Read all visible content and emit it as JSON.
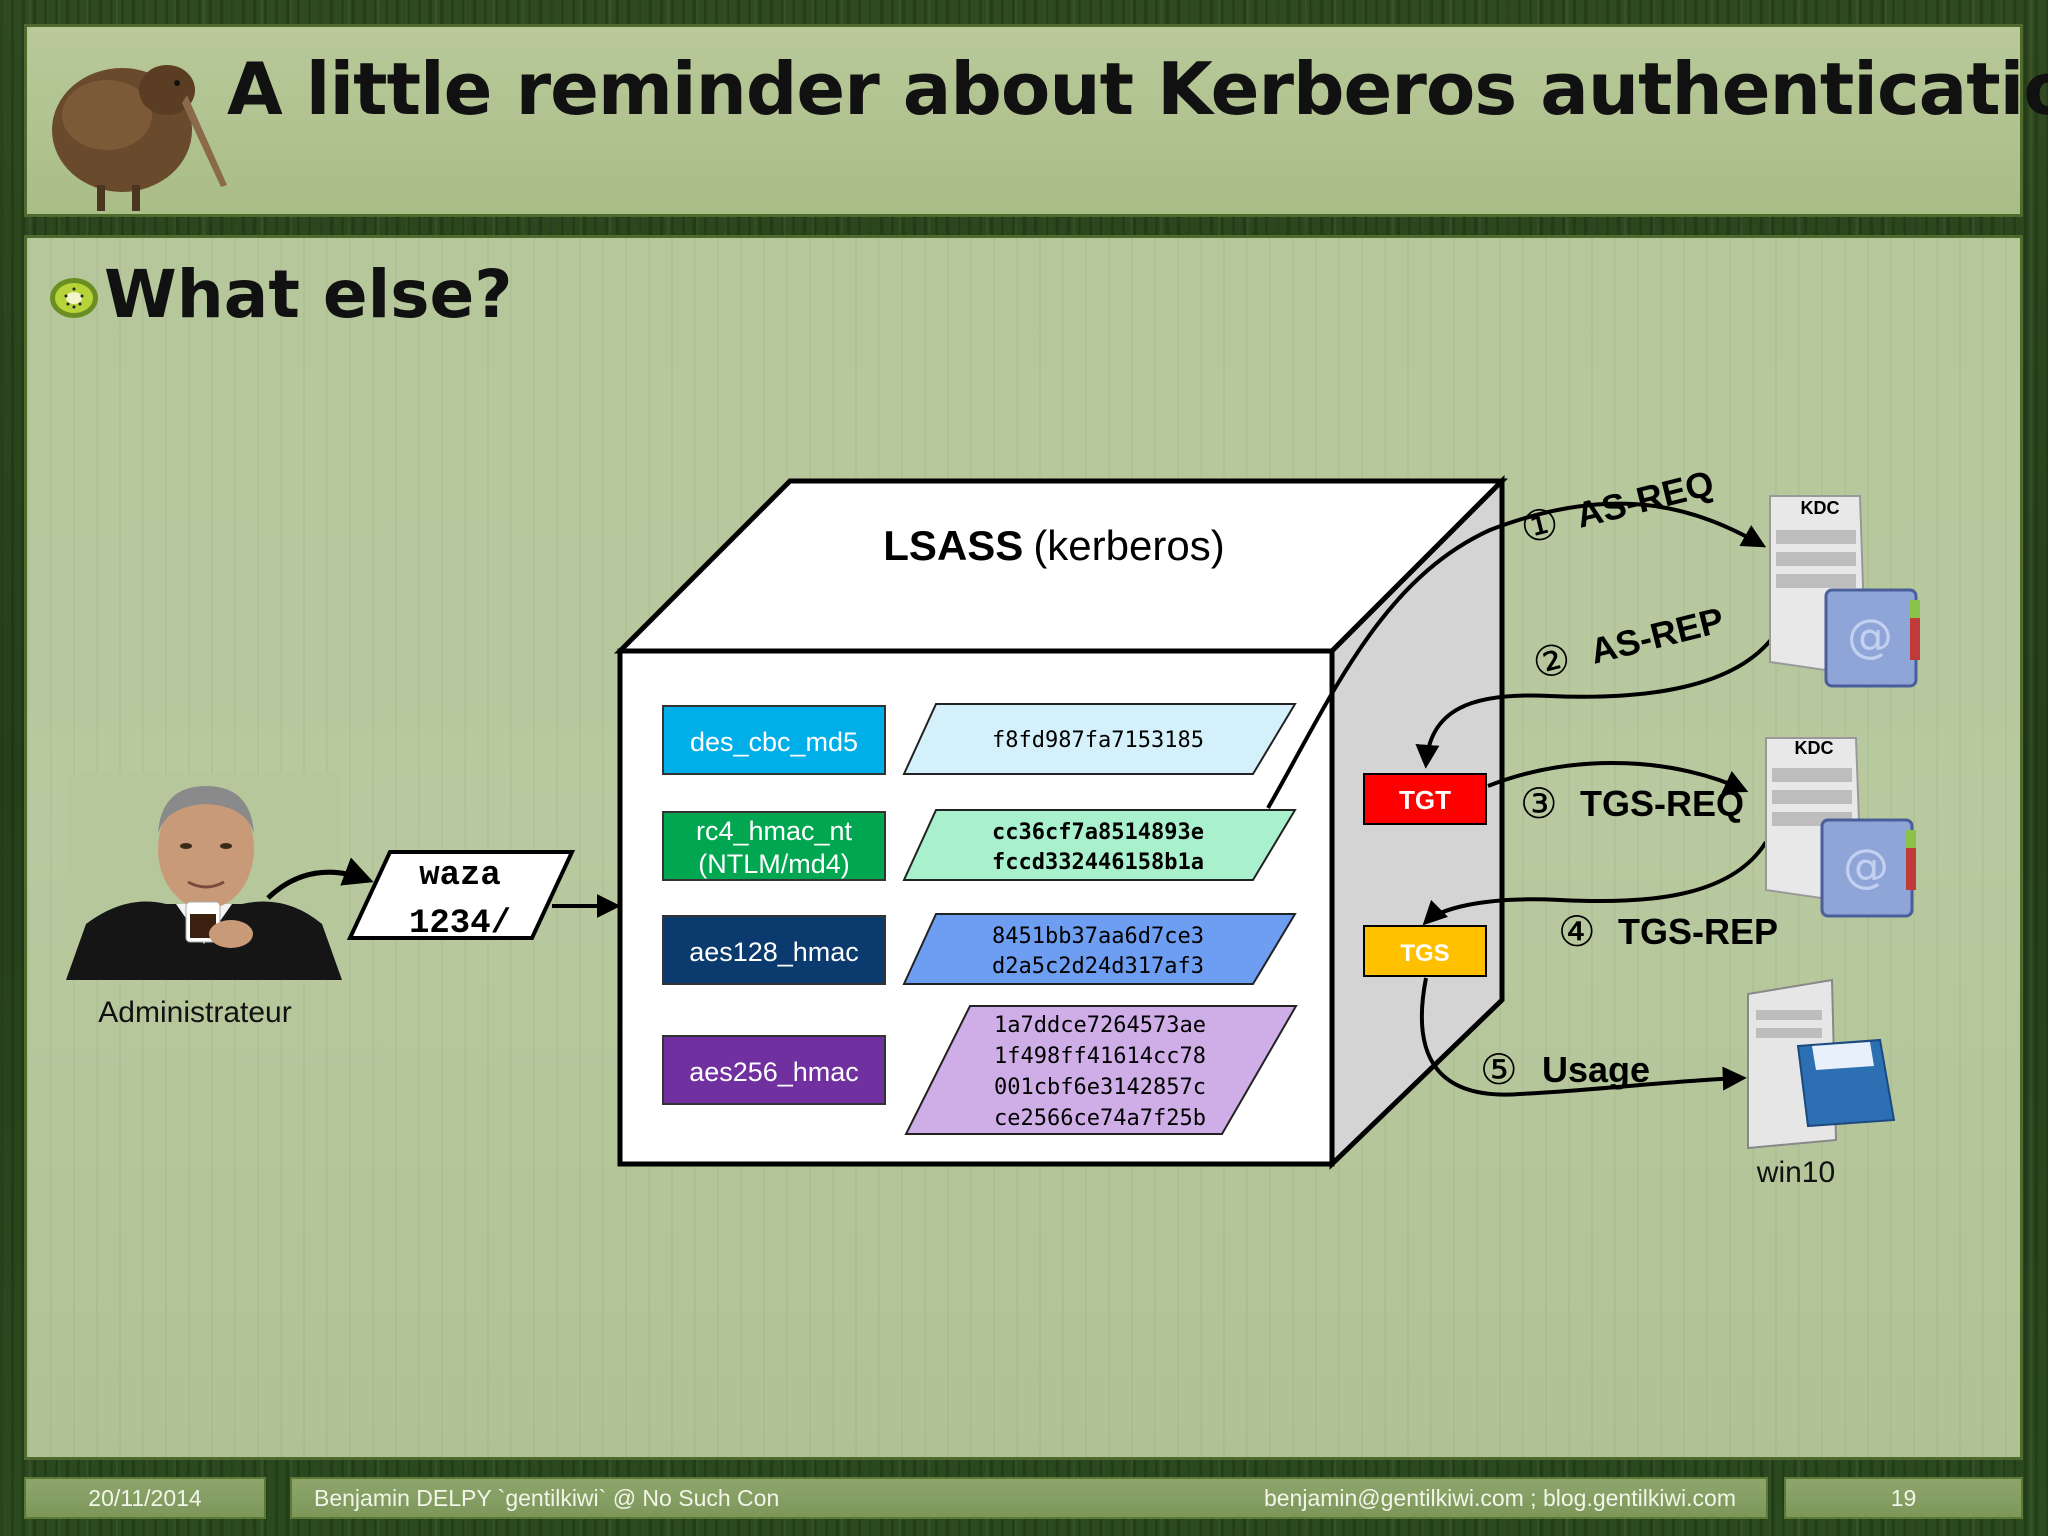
{
  "header": {
    "title": "A little reminder about Kerberos authentication"
  },
  "content": {
    "heading": "What else?"
  },
  "diagram": {
    "user": {
      "label": "Administrateur"
    },
    "password": {
      "line1": "waza",
      "line2": "1234/"
    },
    "lsass": {
      "title_bold": "LSASS",
      "title_rest": "(kerberos)"
    },
    "keys": [
      {
        "name": "des_cbc_md5",
        "name2": "",
        "hash_lines": [
          "f8fd987fa7153185"
        ],
        "name_color": "#00aee8",
        "hash_color": "#d4f1fb"
      },
      {
        "name": "rc4_hmac_nt",
        "name2": "(NTLM/md4)",
        "hash_lines": [
          "cc36cf7a8514893e",
          "fccd332446158b1a"
        ],
        "name_color": "#00a650",
        "hash_color": "#a9f0cc"
      },
      {
        "name": "aes128_hmac",
        "name2": "",
        "hash_lines": [
          "8451bb37aa6d7ce3",
          "d2a5c2d24d317af3"
        ],
        "name_color": "#0b3a6e",
        "hash_color": "#6e9ef2"
      },
      {
        "name": "aes256_hmac",
        "name2": "",
        "hash_lines": [
          "1a7ddce7264573ae",
          "1f498ff41614cc78",
          "001cbf6e3142857c",
          "ce2566ce74a7f25b"
        ],
        "name_color": "#7030a0",
        "hash_color": "#cfaee8"
      }
    ],
    "tickets": {
      "tgt": {
        "label": "TGT",
        "color": "#ff0000"
      },
      "tgs": {
        "label": "TGS",
        "color": "#ffc000"
      }
    },
    "steps": [
      {
        "num": "①",
        "label": "AS-REQ"
      },
      {
        "num": "②",
        "label": "AS-REP"
      },
      {
        "num": "③",
        "label": "TGS-REQ"
      },
      {
        "num": "④",
        "label": "TGS-REP"
      },
      {
        "num": "⑤",
        "label": "Usage"
      }
    ],
    "servers": {
      "kdc1": "KDC",
      "kdc2": "KDC",
      "client": "win10"
    }
  },
  "footer": {
    "date": "20/11/2014",
    "author": "Benjamin DELPY `gentilkiwi` @ No Such Con",
    "contact": "benjamin@gentilkiwi.com ; blog.gentilkiwi.com",
    "page": "19"
  }
}
